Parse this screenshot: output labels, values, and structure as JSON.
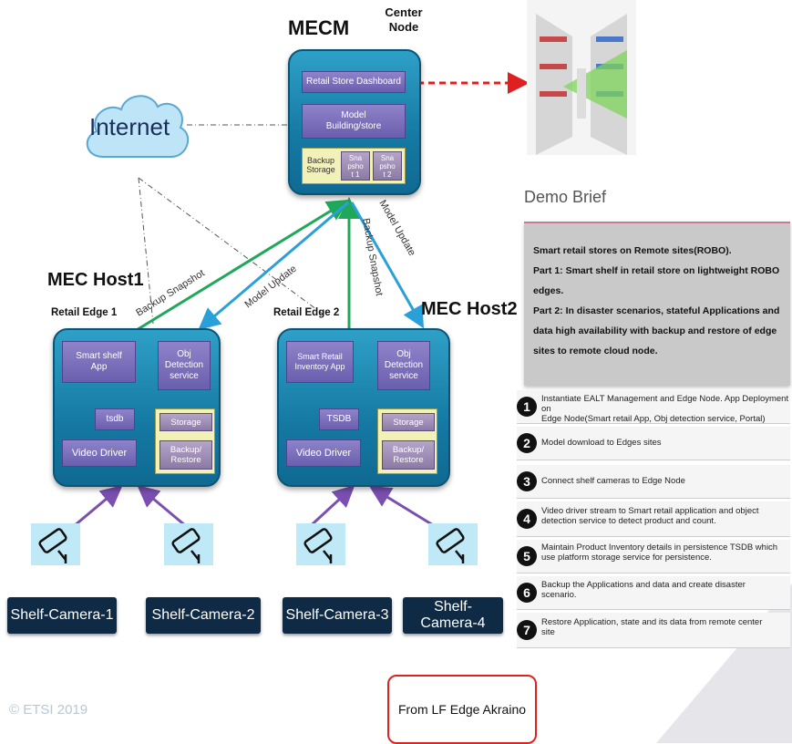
{
  "diagram": {
    "mecm_title": "MECM",
    "center_node": "Center\nNode",
    "internet": "Internet",
    "mecm_boxes": {
      "dashboard": "Retail Store Dashboard",
      "model": "Model\nBuilding/store",
      "backup": "Backup\nStorage",
      "snap1": "Sna\npsho\nt 1",
      "snap2": "Sna\npsho\nt 2"
    },
    "host1": {
      "title": "MEC Host1",
      "edge_label": "Retail Edge 1",
      "app": "Smart shelf\nApp",
      "obj": "Obj\nDetection\nservice",
      "db": "tsdb",
      "storage": "Storage",
      "video": "Video Driver",
      "backup": "Backup/\nRestore"
    },
    "host2": {
      "title": "MEC Host2",
      "edge_label": "Retail Edge 2",
      "app": "Smart Retail\nInventory App",
      "obj": "Obj\nDetection\nservice",
      "db": "TSDB",
      "storage": "Storage",
      "video": "Video Driver",
      "backup": "Backup/\nRestore"
    },
    "arrows": {
      "backup_snapshot_1": "Backup Snapshot",
      "model_update_1": "Model Update",
      "backup_snapshot_2": "Backup Snapshot",
      "model_update_2": "Model Update"
    },
    "cameras": [
      "Shelf-Camera-1",
      "Shelf-Camera-2",
      "Shelf-Camera-3",
      "Shelf-\nCamera-4"
    ],
    "camera_icon": "cctv-camera-icon",
    "colors": {
      "green_arrow": "#1fa85a",
      "blue_arrow": "#2aa0d8",
      "purple_arrow": "#7a4fb0",
      "red_dashed": "#e02020",
      "host_blue": "#1a82ad"
    }
  },
  "brief": {
    "title": "Demo Brief",
    "summary": [
      "Smart retail stores on Remote sites(ROBO).",
      "Part 1: Smart shelf in retail store on lightweight ROBO",
      "edges.",
      "Part 2: In disaster scenarios, stateful Applications and",
      "data high availability with backup and restore of edge",
      "sites to remote cloud node."
    ],
    "steps": [
      {
        "num": "1",
        "text": "Instantiate EALT Management and Edge Node. App Deployment on\nEdge Node(Smart retail App, Obj detection service, Portal)"
      },
      {
        "num": "2",
        "text": "Model download to Edges sites"
      },
      {
        "num": "3",
        "text": "Connect shelf cameras to Edge Node"
      },
      {
        "num": "4",
        "text": "Video driver stream to Smart retail application and object\ndetection service  to detect product and count."
      },
      {
        "num": "5",
        "text": "Maintain Product Inventory details in persistence TSDB which\nuse platform storage service for persistence."
      },
      {
        "num": "6",
        "text": "Backup the Applications and data and create disaster\nscenario."
      },
      {
        "num": "7",
        "text": "Restore Application, state and its data from remote center\nsite"
      }
    ]
  },
  "footer": {
    "copyright": "© ETSI 2019",
    "source": "From LF Edge Akraino"
  }
}
